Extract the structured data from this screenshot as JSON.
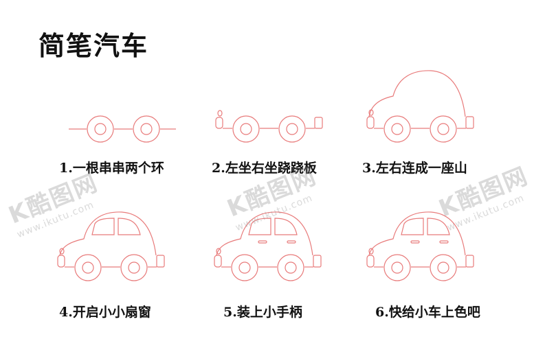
{
  "title": "简笔汽车",
  "steps": [
    {
      "caption": "1.一根串串两个环"
    },
    {
      "caption": "2.左坐右坐跷跷板"
    },
    {
      "caption": "3.左右连成一座山"
    },
    {
      "caption": "4.开启小小扇窗"
    },
    {
      "caption": "5.装上小手柄"
    },
    {
      "caption": "6.快给小车上色吧"
    }
  ],
  "watermark": {
    "logo": "K酷图网",
    "url": "www.ikutu.com"
  },
  "colors": {
    "stroke": "#e87a7a",
    "text": "#111111"
  }
}
